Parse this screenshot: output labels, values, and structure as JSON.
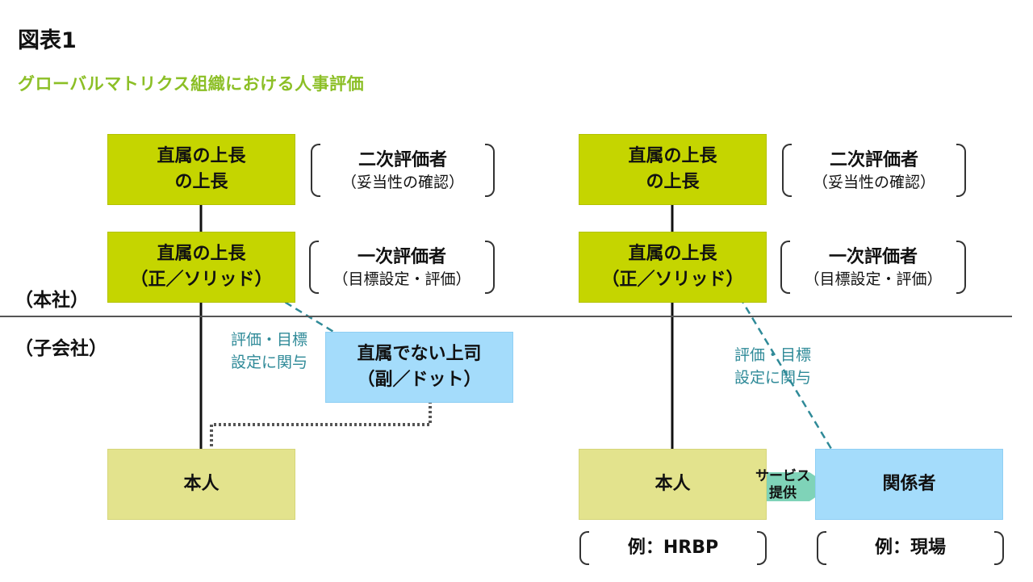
{
  "title": "図表1",
  "subtitle": "グローバルマトリクス組織における人事評価",
  "regions": {
    "hq": "（本社）",
    "sub": "（子会社）"
  },
  "left": {
    "boss2": {
      "line1": "直属の上長",
      "line2": "の上長"
    },
    "boss2_role": {
      "main": "二次評価者",
      "sub": "（妥当性の確認）"
    },
    "boss1": {
      "line1": "直属の上長",
      "line2": "（正／ソリッド）"
    },
    "boss1_role": {
      "main": "一次評価者",
      "sub": "（目標設定・評価）"
    },
    "dotted": {
      "line1": "直属でない上司",
      "line2": "（副／ドット）"
    },
    "note": {
      "line1": "評価・目標",
      "line2": "設定に関与"
    },
    "self": "本人"
  },
  "right": {
    "boss2": {
      "line1": "直属の上長",
      "line2": "の上長"
    },
    "boss2_role": {
      "main": "二次評価者",
      "sub": "（妥当性の確認）"
    },
    "boss1": {
      "line1": "直属の上長",
      "line2": "（正／ソリッド）"
    },
    "boss1_role": {
      "main": "一次評価者",
      "sub": "（目標設定・評価）"
    },
    "note": {
      "line1": "評価・目標",
      "line2": "設定に関与"
    },
    "self": "本人",
    "arrow": {
      "line1": "サービス",
      "line2": "提供"
    },
    "related": "関係者",
    "example_self": "例：HRBP",
    "example_related": "例：現場"
  }
}
